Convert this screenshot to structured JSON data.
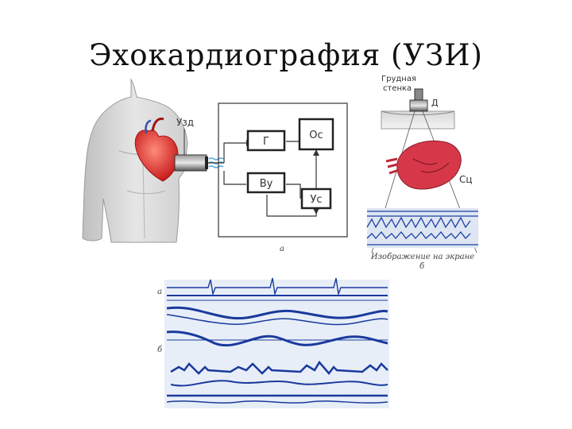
{
  "slide": {
    "title": "Эхокардиография  (УЗИ)"
  },
  "diagram_a": {
    "transducer_label": "Узд",
    "blocks": {
      "generator": "Г",
      "oscilloscope": "Ос",
      "receiver_amp": "Ву",
      "amplifier": "Ус"
    },
    "caption": "а"
  },
  "diagram_b": {
    "chest_wall_line1": "Грудная",
    "chest_wall_line2": "стенка",
    "probe_label": "Д",
    "heart_label": "Сц",
    "screen_caption": "Изображение на экране",
    "caption": "б"
  },
  "recording": {
    "trace_a_label": "а",
    "trace_b_label": "б"
  }
}
